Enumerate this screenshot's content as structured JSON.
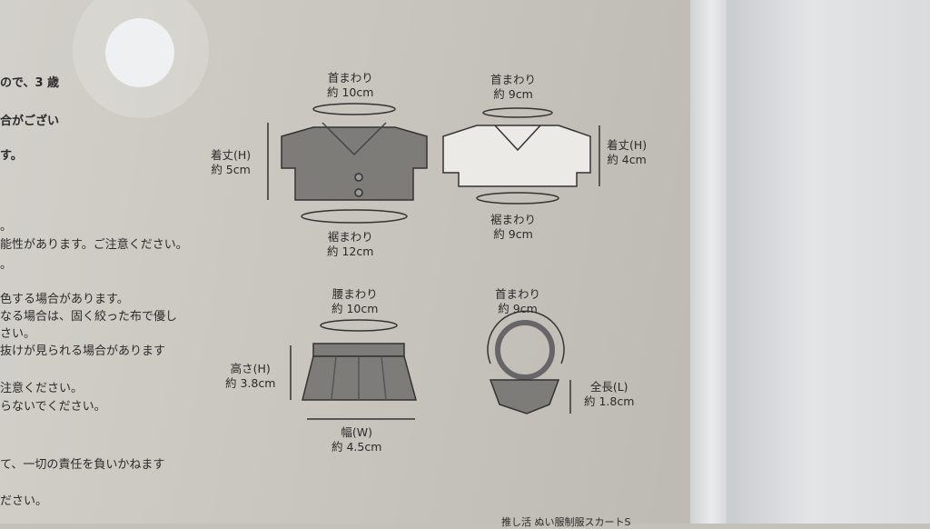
{
  "warnings": [
    "ので、3 歳",
    "合がござい",
    "す。",
    "。",
    "能性があります。ご注意ください。",
    "。",
    "色する場合があります。",
    "なる場合は、固く絞った布で優し",
    "さい。",
    "抜けが見られる場合があります",
    "注意ください。",
    "らないでください。",
    "て、一切の責任を負いかねます",
    "ださい。"
  ],
  "jacket": {
    "neck_label": "首まわり",
    "neck_value": "約 10cm",
    "height_label": "着丈(H)",
    "height_value": "約 5cm",
    "hem_label": "裾まわり",
    "hem_value": "約 12cm"
  },
  "shirt": {
    "neck_label": "首まわり",
    "neck_value": "約 9cm",
    "height_label": "着丈(H)",
    "height_value": "約 4cm",
    "hem_label": "裾まわり",
    "hem_value": "約 9cm"
  },
  "skirt": {
    "waist_label": "腰まわり",
    "waist_value": "約 10cm",
    "height_label": "高さ(H)",
    "height_value": "約 3.8cm",
    "width_label": "幅(W)",
    "width_value": "約 4.5cm"
  },
  "collar": {
    "neck_label": "首まわり",
    "neck_value": "約 9cm",
    "length_label": "全長(L)",
    "length_value": "約 1.8cm"
  },
  "product_name": "推し活 ぬい服制服スカートS"
}
